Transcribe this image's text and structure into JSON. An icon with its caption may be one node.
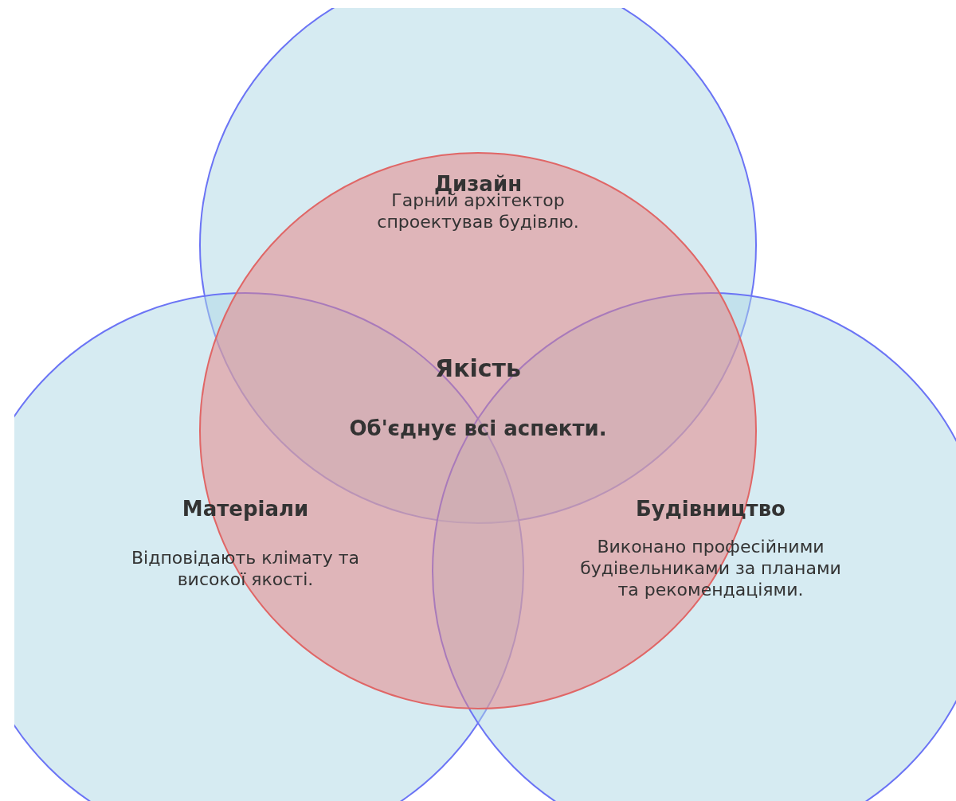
{
  "diagram": {
    "nodes": [
      {
        "text": [
          "Дизайн",
          "Гарний архітектор спроектував будівлю."
        ]
      },
      {
        "text": [
          "Якість",
          "Об'єднує всі аспекти."
        ]
      },
      {
        "text": [
          "Матеріали",
          "Відповідають клімату та високої якості."
        ]
      },
      {
        "text": [
          "Будівництво",
          "Виконано професійними будівельниками за планами та рекомендаціями."
        ]
      }
    ],
    "edges": []
  }
}
